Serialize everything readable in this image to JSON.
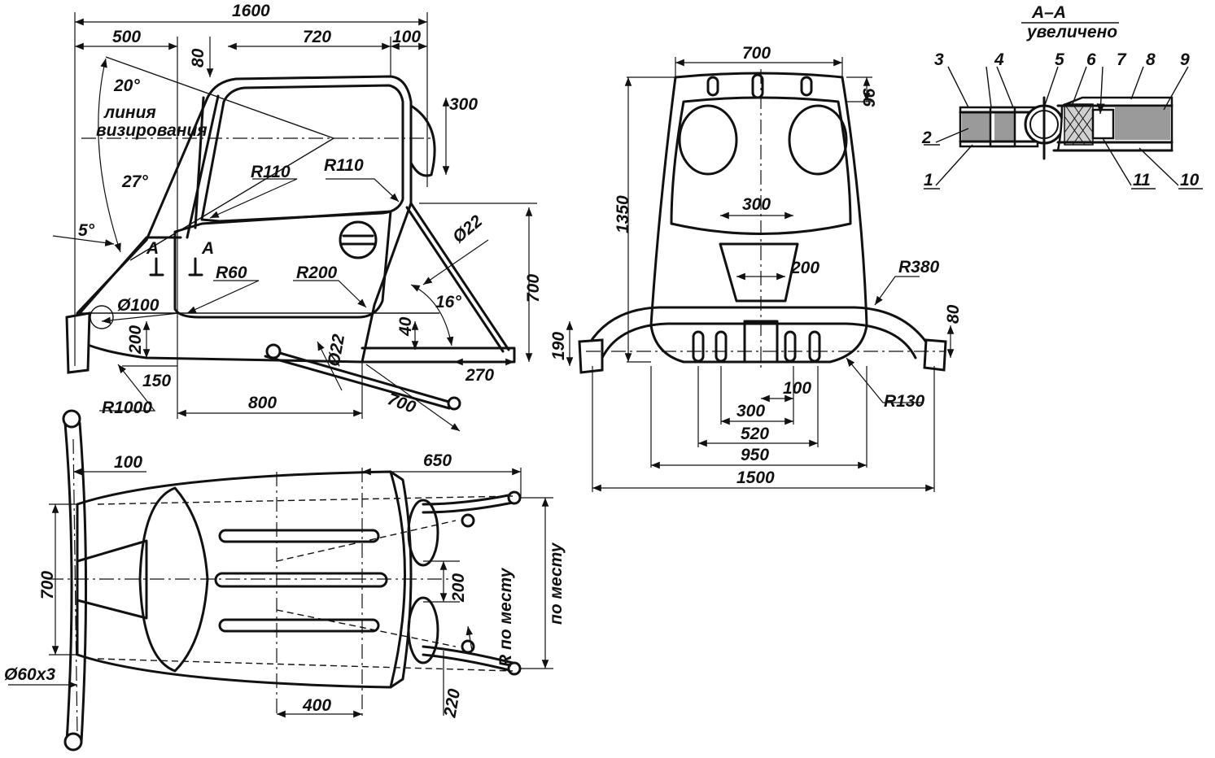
{
  "side_view": {
    "dims": {
      "d1600": "1600",
      "d500": "500",
      "d720": "720",
      "d100": "100",
      "d80": "80",
      "d300": "300",
      "d20deg": "20°",
      "d27deg": "27°",
      "d5deg": "5°",
      "r110a": "R110",
      "r110b": "R110",
      "d100dia": "Ø100",
      "r60": "R60",
      "r200": "R200",
      "d22a": "Ø22",
      "d22b": "Ø22",
      "d700": "700",
      "d16deg": "16°",
      "d40": "40",
      "d200": "200",
      "d150": "150",
      "r1000": "R1000",
      "d800": "800",
      "d270": "270",
      "d700b": "700",
      "sectA1": "A",
      "sectA2": "A"
    },
    "sight_line_1": "линия",
    "sight_line_2": "визирования"
  },
  "front_view": {
    "dims": {
      "d700": "700",
      "d96": "96",
      "d1350": "1350",
      "d300": "300",
      "d200": "200",
      "r380": "R380",
      "d80": "80",
      "d190": "190",
      "r130": "R130",
      "d100": "100",
      "d300b": "300",
      "d520": "520",
      "d950": "950",
      "d1500": "1500"
    }
  },
  "top_view": {
    "dims": {
      "d100": "100",
      "d650": "650",
      "d700": "700",
      "d200": "200",
      "r_place": "R по месту",
      "place": "по месту",
      "d60x3": "Ø60x3",
      "d400": "400",
      "d220": "220"
    }
  },
  "section": {
    "title": "A–A",
    "subtitle": "увеличено",
    "callouts": [
      "3",
      "4",
      "5",
      "6",
      "7",
      "8",
      "9",
      "2",
      "1",
      "11",
      "10"
    ]
  }
}
